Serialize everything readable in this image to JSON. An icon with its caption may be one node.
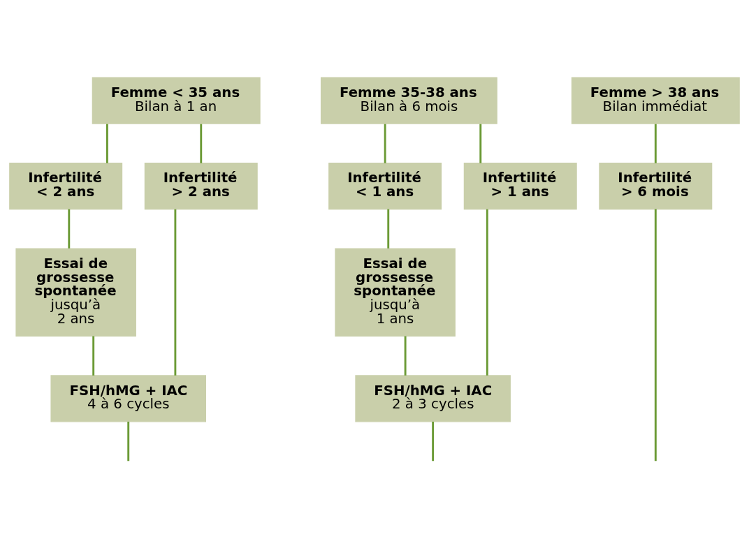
{
  "diagram": {
    "nodes": [
      {
        "text": [
          "Femme < 35 ans",
          "Bilan à 1 an"
        ]
      },
      {
        "text": [
          "Femme 35-38 ans",
          "Bilan à 6 mois"
        ]
      },
      {
        "text": [
          "Femme > 38 ans",
          "Bilan immédiat"
        ]
      },
      {
        "text": [
          "Infertilité < 2 ans"
        ]
      },
      {
        "text": [
          "Infertilité > 2 ans"
        ]
      },
      {
        "text": [
          "Infertilité < 1 ans"
        ]
      },
      {
        "text": [
          "Infertilité > 1 ans"
        ]
      },
      {
        "text": [
          "Infertilité > 6 mois"
        ]
      },
      {
        "text": [
          "Essai de grossesse spontanée",
          "jusqu’à 2 ans"
        ]
      },
      {
        "text": [
          "Essai de grossesse spontanée",
          "jusqu’à 1 ans"
        ]
      },
      {
        "text": [
          "FSH/hMG + IAC",
          "4 à 6 cycles"
        ]
      },
      {
        "text": [
          "FSH/hMG + IAC",
          "2 à 3 cycles"
        ]
      }
    ],
    "edges": [
      {
        "from": 0,
        "to": 3,
        "arrow": "none"
      },
      {
        "from": 0,
        "to": 4,
        "arrow": "none"
      },
      {
        "from": 1,
        "to": 5,
        "arrow": "none"
      },
      {
        "from": 1,
        "to": 6,
        "arrow": "none"
      },
      {
        "from": 2,
        "to": 7,
        "arrow": "none"
      },
      {
        "from": 3,
        "to": 8,
        "arrow": "none"
      },
      {
        "from": 8,
        "to": 10,
        "arrow": "none"
      },
      {
        "from": 4,
        "to": 10,
        "arrow": "none"
      },
      {
        "from": 5,
        "to": 9,
        "arrow": "none"
      },
      {
        "from": 9,
        "to": 11,
        "arrow": "none"
      },
      {
        "from": 6,
        "to": 11,
        "arrow": "none"
      },
      {
        "from": 10,
        "to": null,
        "arrow": "none"
      },
      {
        "from": 11,
        "to": null,
        "arrow": "none"
      },
      {
        "from": 7,
        "to": null,
        "arrow": "none"
      }
    ]
  }
}
